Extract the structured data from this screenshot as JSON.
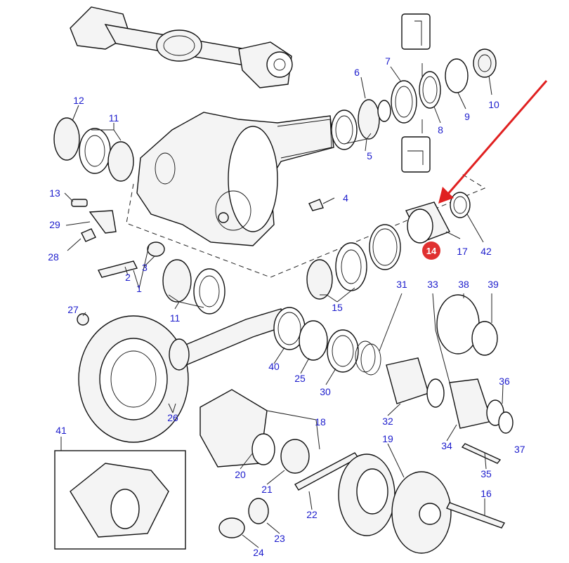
{
  "labels": {
    "l1": "1",
    "l2": "2",
    "l3": "3",
    "l4": "4",
    "l5": "5",
    "l6": "6",
    "l7": "7",
    "l8": "8",
    "l9": "9",
    "l10": "10",
    "l11a": "11",
    "l11b": "11",
    "l12": "12",
    "l13": "13",
    "l14": "14",
    "l15": "15",
    "l16": "16",
    "l17": "17",
    "l18": "18",
    "l19": "19",
    "l20": "20",
    "l21": "21",
    "l22": "22",
    "l23": "23",
    "l24": "24",
    "l25": "25",
    "l26": "26",
    "l27": "27",
    "l28": "28",
    "l29": "29",
    "l30": "30",
    "l31": "31",
    "l32": "32",
    "l33": "33",
    "l34": "34",
    "l35": "35",
    "l36": "36",
    "l37": "37",
    "l38": "38",
    "l39": "39",
    "l40": "40",
    "l41": "41",
    "l42": "42"
  },
  "colors": {
    "label": "#1c1ccc",
    "highlight": "#e03030",
    "arrow": "#e02020"
  },
  "highlight_part": "14"
}
